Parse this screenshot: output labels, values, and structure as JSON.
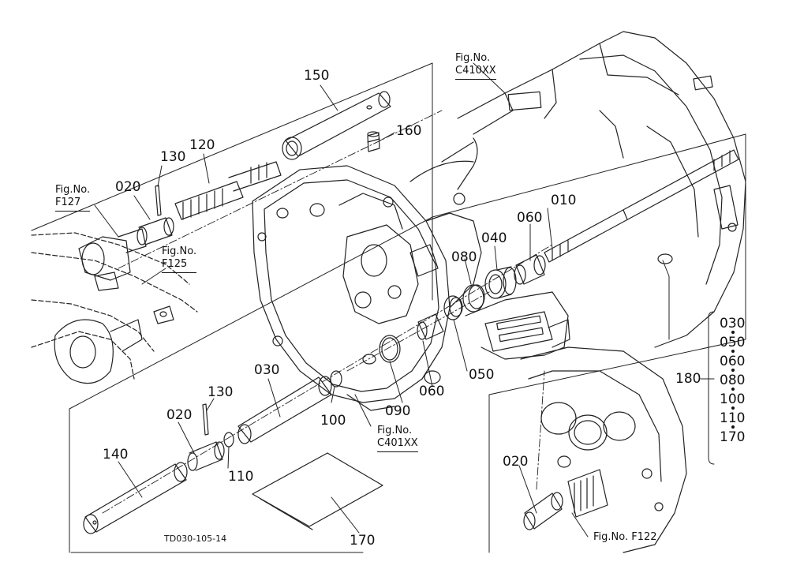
{
  "drawing_id": "TD030-105-14",
  "fig_refs": [
    {
      "id": "c410",
      "line1": "Fig.No.",
      "line2": "C410XX"
    },
    {
      "id": "f127",
      "line1": "Fig.No.",
      "line2": "F127"
    },
    {
      "id": "f125",
      "line1": "Fig.No.",
      "line2": "F125"
    },
    {
      "id": "c401",
      "line1": "Fig.No.",
      "line2": "C401XX"
    },
    {
      "id": "f122",
      "line1": "Fig.No.",
      "line2": "F122"
    }
  ],
  "callouts": [
    {
      "id": "p150",
      "label": "150"
    },
    {
      "id": "p160",
      "label": "160"
    },
    {
      "id": "p130a",
      "label": "130"
    },
    {
      "id": "p120",
      "label": "120"
    },
    {
      "id": "p020a",
      "label": "020"
    },
    {
      "id": "p010",
      "label": "010"
    },
    {
      "id": "p060a",
      "label": "060"
    },
    {
      "id": "p040",
      "label": "040"
    },
    {
      "id": "p080",
      "label": "080"
    },
    {
      "id": "p030",
      "label": "030"
    },
    {
      "id": "p130b",
      "label": "130"
    },
    {
      "id": "p020b",
      "label": "020"
    },
    {
      "id": "p100",
      "label": "100"
    },
    {
      "id": "p090",
      "label": "090"
    },
    {
      "id": "p060b",
      "label": "060"
    },
    {
      "id": "p050",
      "label": "050"
    },
    {
      "id": "p140",
      "label": "140"
    },
    {
      "id": "p110",
      "label": "110"
    },
    {
      "id": "p170",
      "label": "170"
    },
    {
      "id": "p020c",
      "label": "020"
    },
    {
      "id": "p180",
      "label": "180"
    }
  ],
  "kit_items": [
    "030",
    "050",
    "060",
    "080",
    "100",
    "110",
    "170"
  ]
}
